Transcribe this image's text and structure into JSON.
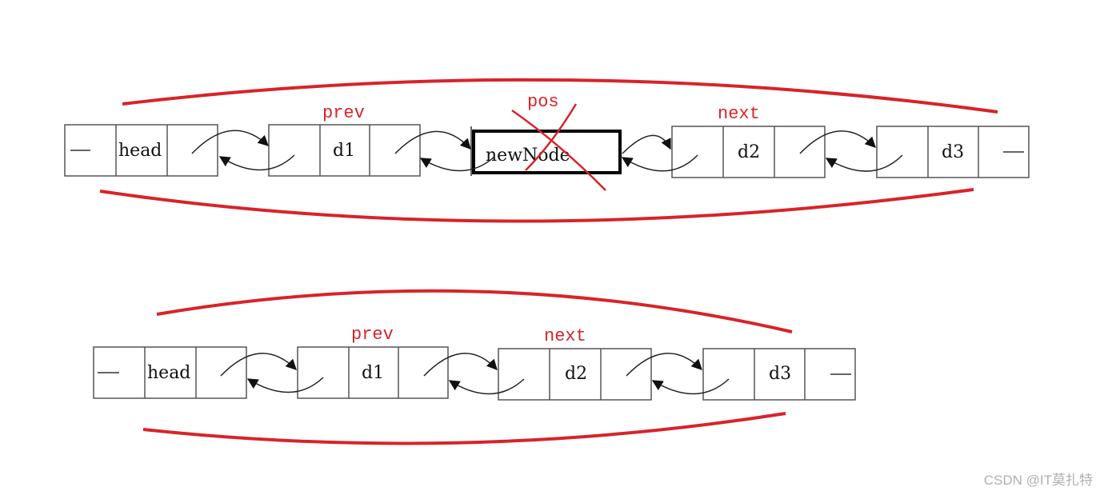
{
  "diagram": {
    "top": {
      "labels": {
        "prev": "prev",
        "pos": "pos",
        "next": "next"
      },
      "nodes": [
        "head",
        "d1",
        "newNode",
        "d2",
        "d3"
      ]
    },
    "bottom": {
      "labels": {
        "prev": "prev",
        "next": "next"
      },
      "nodes": [
        "head",
        "d1",
        "d2",
        "d3"
      ]
    }
  },
  "watermark": "CSDN @IT莫扎特",
  "colors": {
    "red": "#d8232a",
    "box": "#555555",
    "text": "#111111"
  }
}
